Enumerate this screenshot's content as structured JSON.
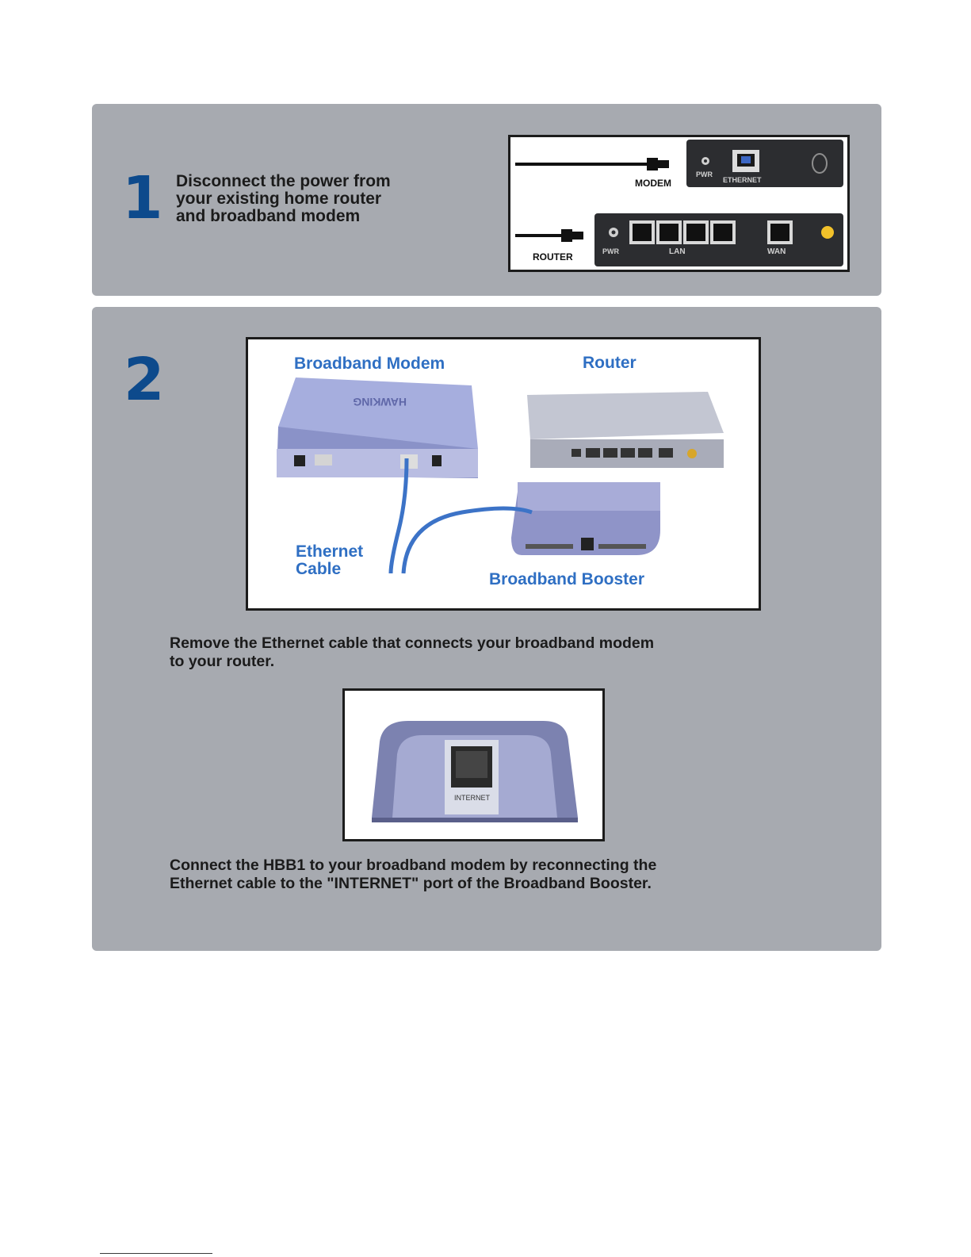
{
  "step1": {
    "number": "1",
    "instruction_lines": [
      "Disconnect the power from",
      "your existing home router",
      "and broadband modem"
    ],
    "diagram": {
      "modem_label": "MODEM",
      "router_label": "ROUTER",
      "modem_pwr_label": "PWR",
      "modem_ethernet_label": "ETHERNET",
      "router_pwr_label": "PWR",
      "router_lan_label": "LAN",
      "router_wan_label": "WAN"
    }
  },
  "step2": {
    "number": "2",
    "photo": {
      "broadband_modem_label": "Broadband Modem",
      "router_label": "Router",
      "ethernet_cable_label_line1": "Ethernet",
      "ethernet_cable_label_line2": "Cable",
      "broadband_booster_label": "Broadband Booster"
    },
    "instruction1_lines": [
      "Remove the Ethernet cable that connects your broadband modem",
      "to your router."
    ],
    "port_photo": {
      "port_label": "INTERNET"
    },
    "instruction2_lines": [
      "Connect the HBB1 to your broadband modem by reconnecting the",
      "Ethernet cable to the \"INTERNET\" port of the Broadband Booster."
    ]
  },
  "colors": {
    "panel": "#a7aab0",
    "step_number": "#0d4a8c",
    "photo_label": "#2f6fc3",
    "text": "#1b1b1b"
  }
}
